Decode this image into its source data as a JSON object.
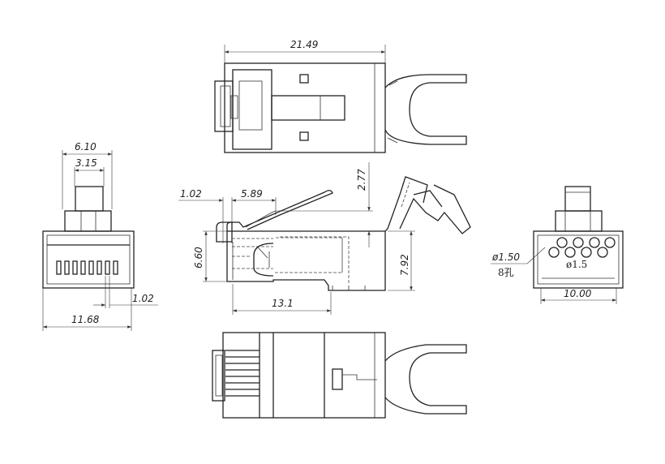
{
  "title": "RJ45 shielded connector dimension drawing",
  "top_view": {
    "length": "21.49"
  },
  "front_view_left": {
    "tab_width": "6.10",
    "inner_tab_width": "3.15",
    "contact_pitch": "1.02",
    "overall_width": "11.68"
  },
  "side_view": {
    "nose": "1.02",
    "latch_offset": "5.89",
    "latch_height": "2.77",
    "body_height": "6.60",
    "overall_height": "7.92",
    "body_length": "13.1"
  },
  "rear_view": {
    "hole_diameter": "ø1.50",
    "hole_count": "8孔",
    "hole_diameter_inner": "ø1.5",
    "width": "10.00"
  },
  "colors": {
    "line": "#222222",
    "background": "#ffffff"
  }
}
